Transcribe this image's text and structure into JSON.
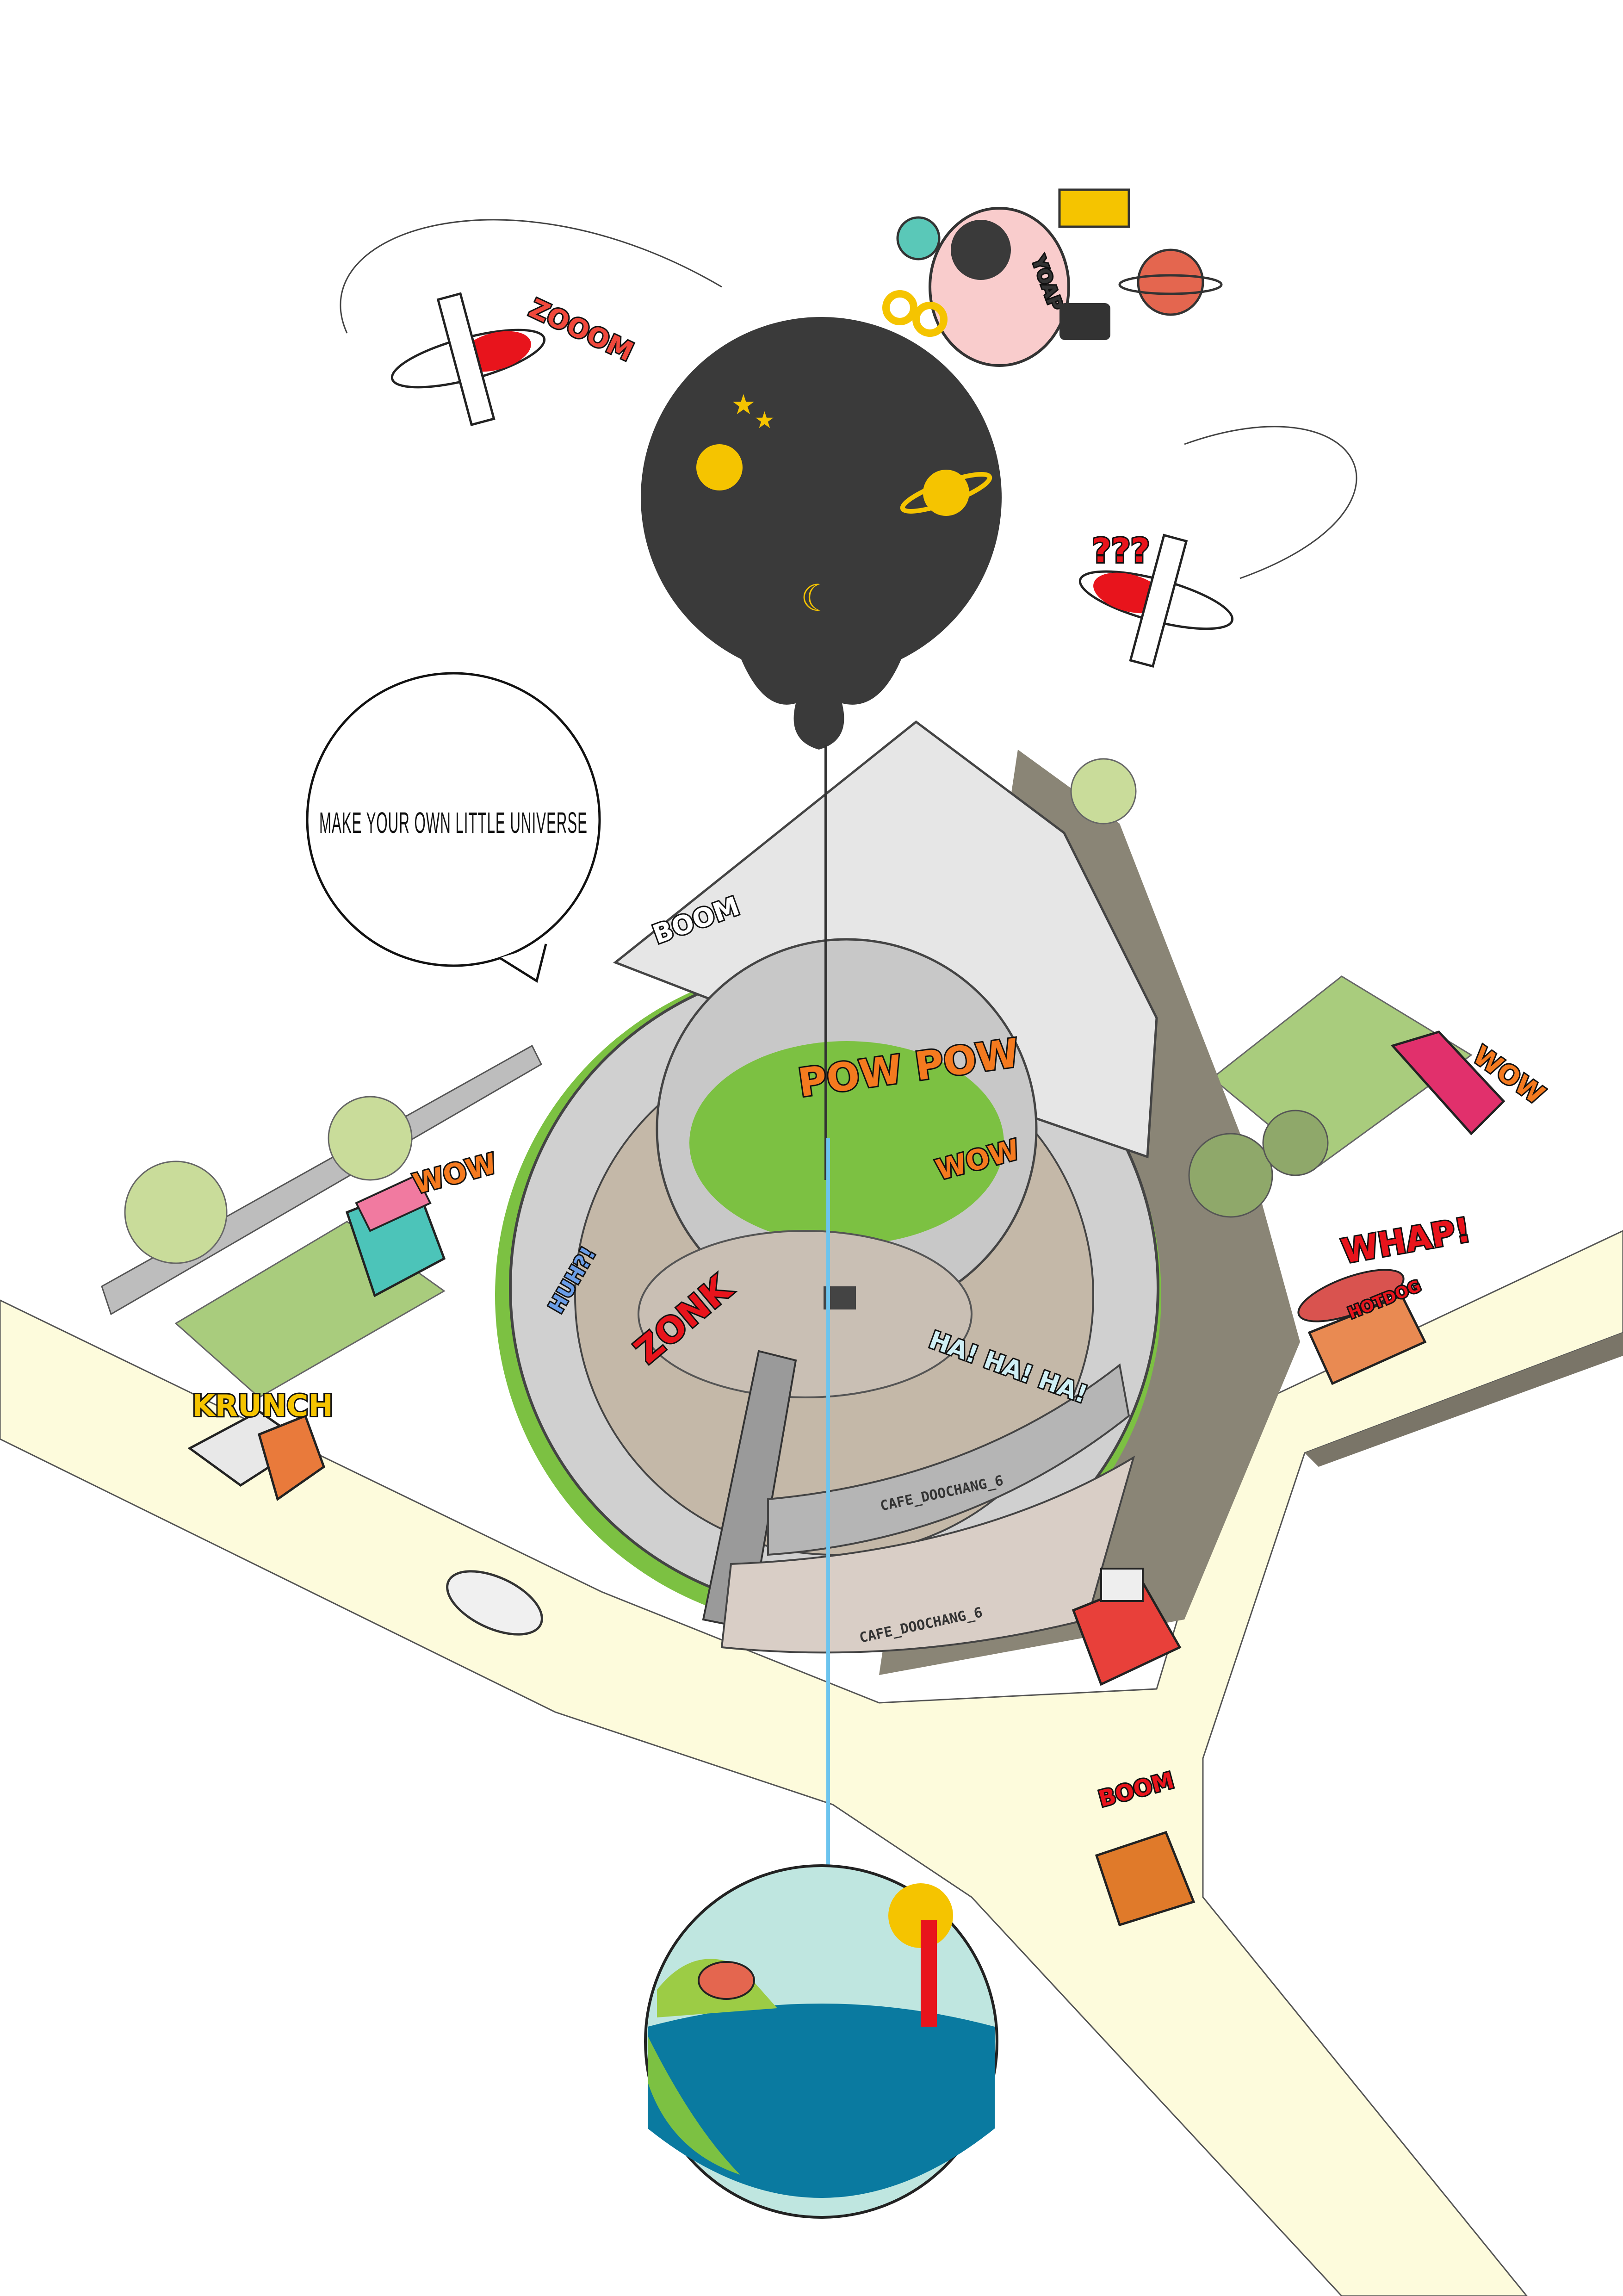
{
  "speech_bubble": {
    "text": "MAKE YOUR OWN LITTLE UNIVERSE"
  },
  "sound_effects": {
    "zoom": "ZOOOM",
    "question": "???",
    "boom_bomb": "BOOM",
    "pow": "POW POW",
    "wow_courtyard": "WOW",
    "wow_foodtruck": "WOW",
    "wow_car": "WOW",
    "whap": "WHAP!",
    "krunch": "KRUNCH",
    "huh": "HUH?!",
    "zonk": "ZONK",
    "haha": "HA! HA! HA!",
    "boom_van": "BOOM"
  },
  "astronaut": {
    "suit_label": "YOAP"
  },
  "hotdog_bus": {
    "sign": "HOTDOG"
  },
  "building": {
    "sign_upper": "CAFE_DOOCHANG_6",
    "sign_lower": "CAFE_DOOCHANG_6"
  },
  "colors": {
    "road": "#fdfbdc",
    "balloon": "#3a3a3a",
    "star_yellow": "#f5c400",
    "grass": "#7cc142",
    "concrete": "#c8c8c8",
    "comic_red": "#e8141c",
    "comic_orange": "#f47a1f",
    "string_blue": "#6cc4ee"
  }
}
